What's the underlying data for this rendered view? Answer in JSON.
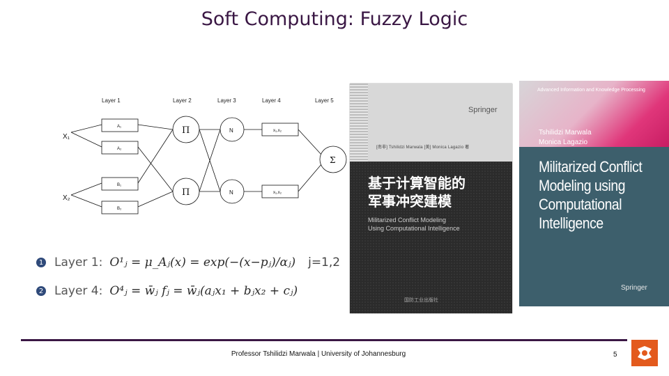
{
  "title": "Soft Computing: Fuzzy Logic",
  "network": {
    "layers": [
      "Layer 1",
      "Layer 2",
      "Layer 3",
      "Layer 4",
      "Layer 5"
    ],
    "inputs": [
      "X₁",
      "X₂"
    ],
    "mfs": [
      "A₁",
      "A₂",
      "B₁",
      "B₂"
    ],
    "pi": "Π",
    "norm": "N",
    "rules": [
      "x₁,x₂",
      "x₁,x₂"
    ],
    "sum": "Σ"
  },
  "equations": [
    {
      "bullet": "1",
      "label": "Layer 1:",
      "math": "O¹ⱼ = μ_Aⱼ(x) = exp(−(x−pⱼ)/αⱼ)",
      "tail": "j=1,2"
    },
    {
      "bullet": "2",
      "label": "Layer 4:",
      "math": "O⁴ⱼ = w̄ⱼ fⱼ = w̄ⱼ(aⱼx₁ + bⱼx₂ + cⱼ)",
      "tail": ""
    }
  ],
  "book1": {
    "publisher": "Springer",
    "authors": "[南非] Tshilidzi Marwala [美] Monica Lagazio 著",
    "title_cn_1": "基于计算智能的",
    "title_cn_2": "军事冲突建模",
    "title_en_1": "Militarized Conflict Modeling",
    "title_en_2": "Using Computational Intelligence",
    "foot": "国防工业出版社"
  },
  "book2": {
    "series": "Advanced Information and Knowledge Processing",
    "author1": "Tshilidzi Marwala",
    "author2": "Monica Lagazio",
    "title1": "Militarized Conflict",
    "title2": "Modeling using",
    "title3": "Computational",
    "title4": "Intelligence",
    "publisher": "Springer"
  },
  "footer": {
    "text": "Professor Tshilidzi Marwala | University of Johannesburg",
    "page": "5"
  },
  "colors": {
    "title": "#3a1744",
    "accent": "#e35a1d"
  }
}
